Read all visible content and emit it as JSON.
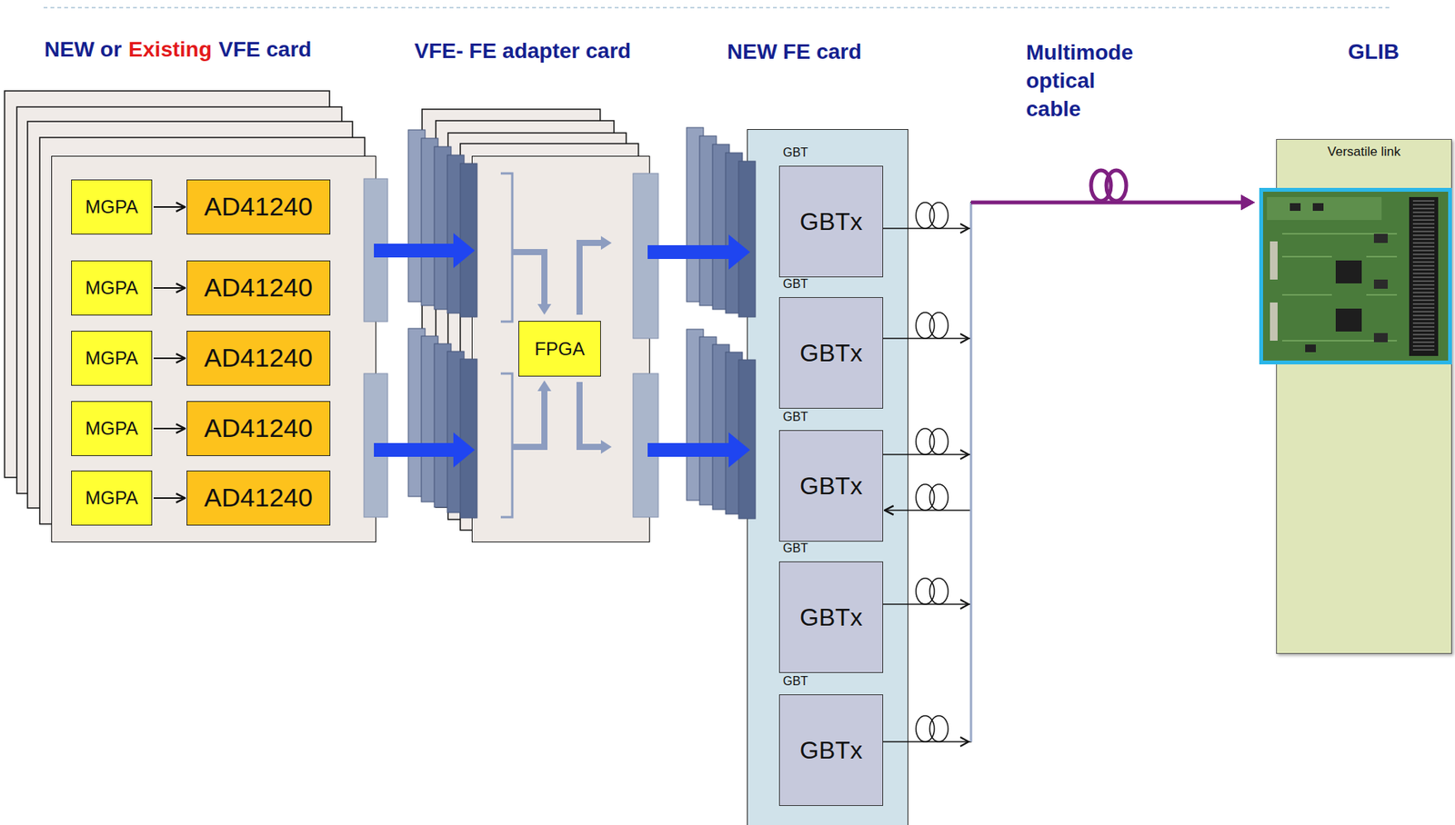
{
  "diagram": {
    "nodes": [
      {
        "text": [
          "NEW or",
          "Existing",
          "VFE card"
        ]
      },
      {
        "text": [
          "MGPA"
        ],
        "in": 0
      },
      {
        "text": [
          "AD41240"
        ],
        "in": 0
      },
      {
        "text": [
          "MGPA"
        ],
        "in": 0
      },
      {
        "text": [
          "AD41240"
        ],
        "in": 0
      },
      {
        "text": [
          "MGPA"
        ],
        "in": 0
      },
      {
        "text": [
          "AD41240"
        ],
        "in": 0
      },
      {
        "text": [
          "MGPA"
        ],
        "in": 0
      },
      {
        "text": [
          "AD41240"
        ],
        "in": 0
      },
      {
        "text": [
          "MGPA"
        ],
        "in": 0
      },
      {
        "text": [
          "AD41240"
        ],
        "in": 0
      },
      {
        "text": [
          "VFE- FE adapter card"
        ]
      },
      {
        "text": [
          "FPGA"
        ],
        "in": 11
      },
      {
        "text": [
          "NEW FE card"
        ]
      },
      {
        "text": [
          "GBT",
          "GBTx"
        ],
        "in": 13
      },
      {
        "text": [
          "GBT",
          "GBTx"
        ],
        "in": 13
      },
      {
        "text": [
          "GBT",
          "GBTx"
        ],
        "in": 13
      },
      {
        "text": [
          "GBT",
          "GBTx"
        ],
        "in": 13
      },
      {
        "text": [
          "GBT",
          "GBTx"
        ],
        "in": 13
      },
      {
        "text": [
          "GLIB",
          "Versatile link"
        ]
      }
    ],
    "edges": [
      {
        "from": 1,
        "to": 2,
        "arrow": "to"
      },
      {
        "from": 3,
        "to": 4,
        "arrow": "to"
      },
      {
        "from": 5,
        "to": 6,
        "arrow": "to"
      },
      {
        "from": 7,
        "to": 8,
        "arrow": "to"
      },
      {
        "from": 9,
        "to": 10,
        "arrow": "to"
      },
      {
        "from": 0,
        "to": 11,
        "arrow": "to"
      },
      {
        "from": 0,
        "to": 11,
        "arrow": "to"
      },
      {
        "from": 11,
        "to": 13,
        "arrow": "to"
      },
      {
        "from": 11,
        "to": 13,
        "arrow": "to"
      },
      {
        "from": 14,
        "to": 19,
        "arrow": "to"
      },
      {
        "from": 15,
        "to": 19,
        "arrow": "to"
      },
      {
        "from": 16,
        "to": 19,
        "arrow": "to"
      },
      {
        "from": 17,
        "to": 19,
        "arrow": "to"
      },
      {
        "from": 18,
        "to": 19,
        "arrow": "to"
      },
      {
        "from": 19,
        "to": 16,
        "arrow": "to"
      }
    ],
    "labels": [
      "Multimode optical cable"
    ]
  }
}
